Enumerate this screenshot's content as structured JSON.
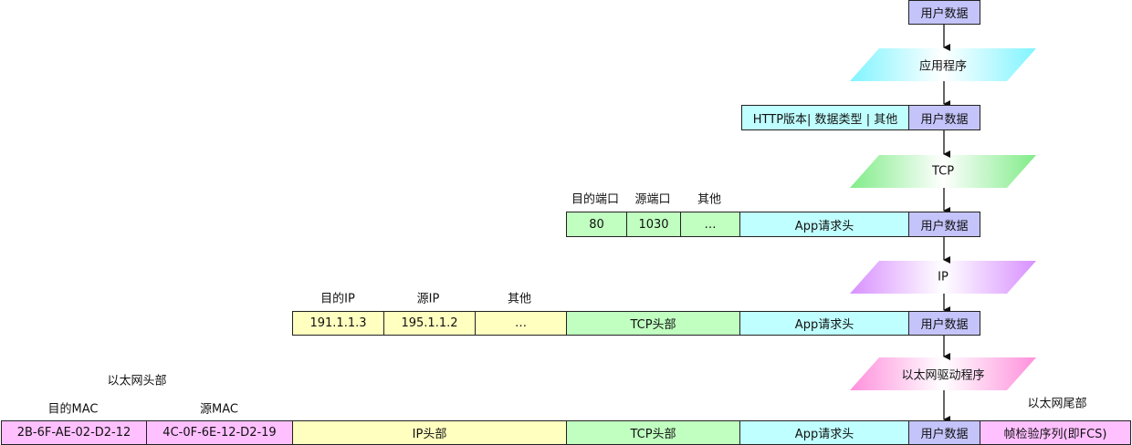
{
  "user_data": "用户数据",
  "layers": {
    "app": "应用程序",
    "tcp": "TCP",
    "ip": "IP",
    "eth": "以太网驱动程序"
  },
  "http_row": {
    "header": "HTTP版本| 数据类型 | 其他"
  },
  "tcp_row": {
    "labels": [
      "目的端口",
      "源端口",
      "其他"
    ],
    "values": [
      "80",
      "1030",
      "…"
    ],
    "app_header": "App请求头"
  },
  "ip_row": {
    "labels": [
      "目的IP",
      "源IP",
      "其他"
    ],
    "values": [
      "191.1.1.3",
      "195.1.1.2",
      "…"
    ],
    "tcp_header": "TCP头部",
    "app_header": "App请求头"
  },
  "eth_row": {
    "group_label": "以太网头部",
    "labels": [
      "目的MAC",
      "源MAC"
    ],
    "values": [
      "2B-6F-AE-02-D2-12",
      "4C-0F-6E-12-D2-19"
    ],
    "ip_header": "IP头部",
    "tcp_header": "TCP头部",
    "app_header": "App请求头",
    "trailer_label": "以太网尾部",
    "fcs": "帧检验序列(即FCS)"
  }
}
